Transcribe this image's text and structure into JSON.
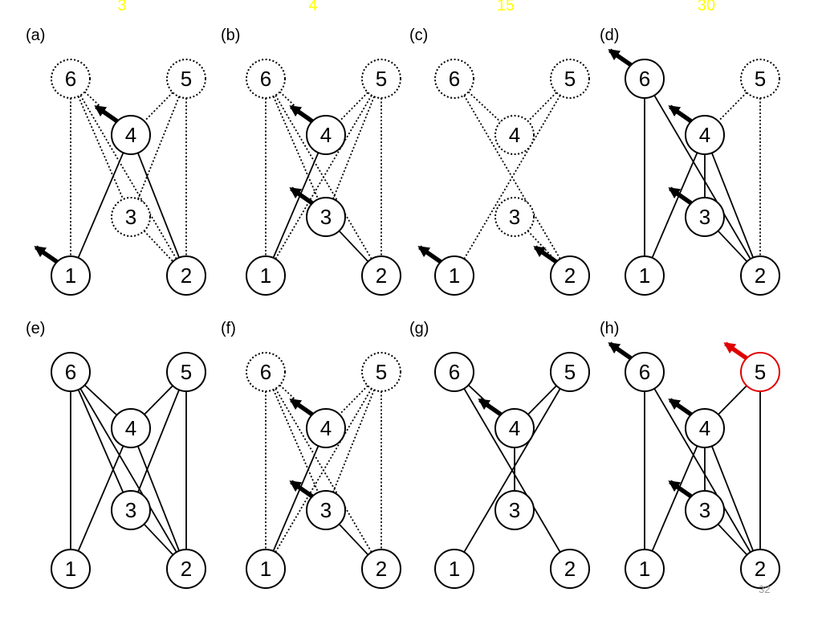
{
  "slide_number": "32",
  "colors": {
    "ink": "#000000",
    "highlight": "#e00000",
    "top_numbers": "#ffff00"
  },
  "top_numbers": [
    "3",
    "4",
    "15",
    "30"
  ],
  "panels": [
    {
      "label": "(a)",
      "nodes": [
        {
          "id": "6",
          "style": "dotted"
        },
        {
          "id": "5",
          "style": "dotted"
        },
        {
          "id": "4",
          "style": "solid"
        },
        {
          "id": "3",
          "style": "dotted"
        },
        {
          "id": "1",
          "style": "solid"
        },
        {
          "id": "2",
          "style": "solid"
        }
      ],
      "edges": [
        [
          "6",
          "4",
          "dotted"
        ],
        [
          "6",
          "1",
          "dotted"
        ],
        [
          "6",
          "2",
          "dotted"
        ],
        [
          "5",
          "4",
          "dotted"
        ],
        [
          "5",
          "3",
          "dotted"
        ],
        [
          "5",
          "2",
          "dotted"
        ],
        [
          "4",
          "1",
          "solid"
        ],
        [
          "4",
          "2",
          "solid"
        ],
        [
          "3",
          "2",
          "dotted"
        ],
        [
          "6",
          "3",
          "dotted"
        ]
      ],
      "arrows": [
        {
          "node": "4",
          "color": "black"
        },
        {
          "node": "1",
          "color": "black"
        }
      ]
    },
    {
      "label": "(b)",
      "nodes": [
        {
          "id": "6",
          "style": "dotted"
        },
        {
          "id": "5",
          "style": "dotted"
        },
        {
          "id": "4",
          "style": "solid"
        },
        {
          "id": "3",
          "style": "solid"
        },
        {
          "id": "1",
          "style": "solid"
        },
        {
          "id": "2",
          "style": "solid"
        }
      ],
      "edges": [
        [
          "6",
          "4",
          "dotted"
        ],
        [
          "6",
          "3",
          "dotted"
        ],
        [
          "6",
          "2",
          "dotted"
        ],
        [
          "6",
          "1",
          "dotted"
        ],
        [
          "5",
          "4",
          "dotted"
        ],
        [
          "5",
          "3",
          "dotted"
        ],
        [
          "5",
          "1",
          "dotted"
        ],
        [
          "5",
          "2",
          "dotted"
        ],
        [
          "4",
          "1",
          "solid"
        ],
        [
          "3",
          "2",
          "solid"
        ]
      ],
      "arrows": [
        {
          "node": "4",
          "color": "black"
        },
        {
          "node": "3",
          "color": "black"
        }
      ]
    },
    {
      "label": "(c)",
      "nodes": [
        {
          "id": "6",
          "style": "dotted"
        },
        {
          "id": "5",
          "style": "dotted"
        },
        {
          "id": "4",
          "style": "dotted"
        },
        {
          "id": "3",
          "style": "dotted"
        },
        {
          "id": "1",
          "style": "solid"
        },
        {
          "id": "2",
          "style": "solid"
        }
      ],
      "edges": [
        [
          "6",
          "4",
          "dotted"
        ],
        [
          "6",
          "2",
          "dotted"
        ],
        [
          "5",
          "4",
          "dotted"
        ],
        [
          "5",
          "1",
          "dotted"
        ],
        [
          "3",
          "2",
          "dotted"
        ]
      ],
      "arrows": [
        {
          "node": "1",
          "color": "black"
        },
        {
          "node": "2",
          "color": "black"
        }
      ]
    },
    {
      "label": "(d)",
      "nodes": [
        {
          "id": "6",
          "style": "solid"
        },
        {
          "id": "5",
          "style": "dotted"
        },
        {
          "id": "4",
          "style": "solid"
        },
        {
          "id": "3",
          "style": "solid"
        },
        {
          "id": "1",
          "style": "solid"
        },
        {
          "id": "2",
          "style": "solid"
        }
      ],
      "edges": [
        [
          "6",
          "1",
          "solid"
        ],
        [
          "6",
          "2",
          "solid"
        ],
        [
          "5",
          "4",
          "dotted"
        ],
        [
          "5",
          "2",
          "dotted"
        ],
        [
          "4",
          "1",
          "solid"
        ],
        [
          "4",
          "3",
          "solid"
        ],
        [
          "4",
          "2",
          "solid"
        ],
        [
          "3",
          "2",
          "solid"
        ]
      ],
      "arrows": [
        {
          "node": "6",
          "color": "black"
        },
        {
          "node": "4",
          "color": "black"
        },
        {
          "node": "3",
          "color": "black"
        }
      ]
    },
    {
      "label": "(e)",
      "nodes": [
        {
          "id": "6",
          "style": "solid"
        },
        {
          "id": "5",
          "style": "solid"
        },
        {
          "id": "4",
          "style": "solid"
        },
        {
          "id": "3",
          "style": "solid"
        },
        {
          "id": "1",
          "style": "solid"
        },
        {
          "id": "2",
          "style": "solid"
        }
      ],
      "edges": [
        [
          "6",
          "4",
          "solid"
        ],
        [
          "6",
          "3",
          "solid"
        ],
        [
          "6",
          "2",
          "solid"
        ],
        [
          "6",
          "1",
          "solid"
        ],
        [
          "5",
          "4",
          "solid"
        ],
        [
          "5",
          "3",
          "solid"
        ],
        [
          "5",
          "2",
          "solid"
        ],
        [
          "4",
          "1",
          "solid"
        ],
        [
          "4",
          "2",
          "solid"
        ],
        [
          "3",
          "2",
          "solid"
        ]
      ],
      "arrows": []
    },
    {
      "label": "(f)",
      "nodes": [
        {
          "id": "6",
          "style": "dotted"
        },
        {
          "id": "5",
          "style": "dotted"
        },
        {
          "id": "4",
          "style": "solid"
        },
        {
          "id": "3",
          "style": "solid"
        },
        {
          "id": "1",
          "style": "solid"
        },
        {
          "id": "2",
          "style": "solid"
        }
      ],
      "edges": [
        [
          "6",
          "4",
          "dotted"
        ],
        [
          "6",
          "3",
          "dotted"
        ],
        [
          "6",
          "2",
          "dotted"
        ],
        [
          "6",
          "1",
          "dotted"
        ],
        [
          "5",
          "4",
          "dotted"
        ],
        [
          "5",
          "3",
          "dotted"
        ],
        [
          "5",
          "1",
          "dotted"
        ],
        [
          "5",
          "2",
          "dotted"
        ],
        [
          "4",
          "1",
          "solid"
        ],
        [
          "3",
          "2",
          "solid"
        ]
      ],
      "arrows": [
        {
          "node": "4",
          "color": "black"
        },
        {
          "node": "3",
          "color": "black"
        }
      ]
    },
    {
      "label": "(g)",
      "nodes": [
        {
          "id": "6",
          "style": "solid"
        },
        {
          "id": "5",
          "style": "solid"
        },
        {
          "id": "4",
          "style": "solid"
        },
        {
          "id": "3",
          "style": "solid"
        },
        {
          "id": "1",
          "style": "solid"
        },
        {
          "id": "2",
          "style": "solid"
        }
      ],
      "edges": [
        [
          "6",
          "4",
          "solid"
        ],
        [
          "6",
          "2",
          "solid"
        ],
        [
          "5",
          "4",
          "solid"
        ],
        [
          "5",
          "1",
          "solid"
        ],
        [
          "4",
          "3",
          "solid"
        ]
      ],
      "arrows": [
        {
          "node": "4",
          "color": "black"
        }
      ]
    },
    {
      "label": "(h)",
      "nodes": [
        {
          "id": "6",
          "style": "solid"
        },
        {
          "id": "5",
          "style": "red"
        },
        {
          "id": "4",
          "style": "solid"
        },
        {
          "id": "3",
          "style": "solid"
        },
        {
          "id": "1",
          "style": "solid"
        },
        {
          "id": "2",
          "style": "solid"
        }
      ],
      "edges": [
        [
          "6",
          "1",
          "solid"
        ],
        [
          "6",
          "2",
          "solid"
        ],
        [
          "5",
          "4",
          "solid"
        ],
        [
          "5",
          "2",
          "solid"
        ],
        [
          "4",
          "1",
          "solid"
        ],
        [
          "4",
          "3",
          "solid"
        ],
        [
          "4",
          "2",
          "solid"
        ],
        [
          "3",
          "2",
          "solid"
        ]
      ],
      "arrows": [
        {
          "node": "6",
          "color": "black"
        },
        {
          "node": "5",
          "color": "red"
        },
        {
          "node": "4",
          "color": "black"
        },
        {
          "node": "3",
          "color": "black"
        }
      ]
    }
  ]
}
